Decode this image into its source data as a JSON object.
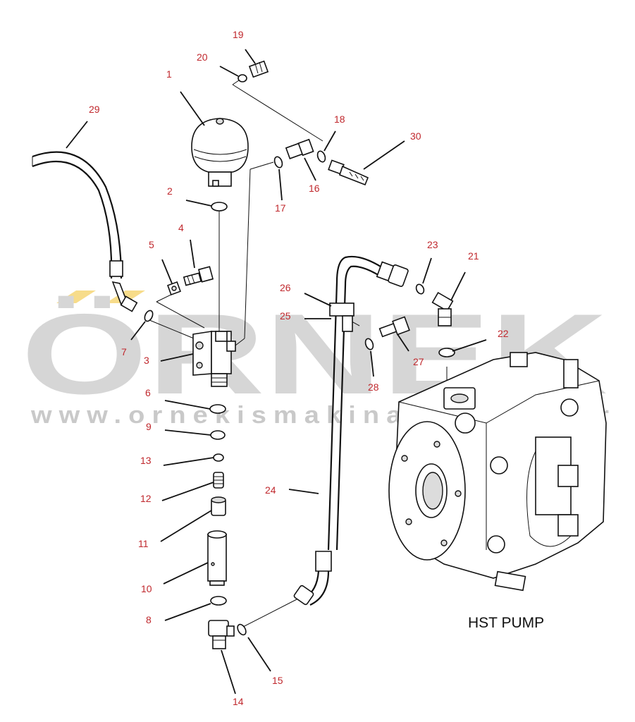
{
  "watermark": {
    "brand": "ÖRNEK",
    "url": "www.ornekismakinalari.com.tr"
  },
  "title": "HST PUMP",
  "callouts": [
    {
      "id": "c1",
      "label": "1"
    },
    {
      "id": "c2",
      "label": "2"
    },
    {
      "id": "c3",
      "label": "3"
    },
    {
      "id": "c4",
      "label": "4"
    },
    {
      "id": "c5",
      "label": "5"
    },
    {
      "id": "c6",
      "label": "6"
    },
    {
      "id": "c7",
      "label": "7"
    },
    {
      "id": "c8",
      "label": "8"
    },
    {
      "id": "c9",
      "label": "9"
    },
    {
      "id": "c10",
      "label": "10"
    },
    {
      "id": "c11",
      "label": "11"
    },
    {
      "id": "c12",
      "label": "12"
    },
    {
      "id": "c13",
      "label": "13"
    },
    {
      "id": "c14",
      "label": "14"
    },
    {
      "id": "c15",
      "label": "15"
    },
    {
      "id": "c16",
      "label": "16"
    },
    {
      "id": "c17",
      "label": "17"
    },
    {
      "id": "c18",
      "label": "18"
    },
    {
      "id": "c19",
      "label": "19"
    },
    {
      "id": "c20",
      "label": "20"
    },
    {
      "id": "c21",
      "label": "21"
    },
    {
      "id": "c22",
      "label": "22"
    },
    {
      "id": "c23",
      "label": "23"
    },
    {
      "id": "c24",
      "label": "24"
    },
    {
      "id": "c25",
      "label": "25"
    },
    {
      "id": "c26",
      "label": "26"
    },
    {
      "id": "c27",
      "label": "27"
    },
    {
      "id": "c28",
      "label": "28"
    },
    {
      "id": "c29",
      "label": "29"
    },
    {
      "id": "c30",
      "label": "30"
    }
  ],
  "colors": {
    "callout": "#c0282d",
    "watermark": "#d6d6d6",
    "watermark_accent": "#f5d77a"
  }
}
